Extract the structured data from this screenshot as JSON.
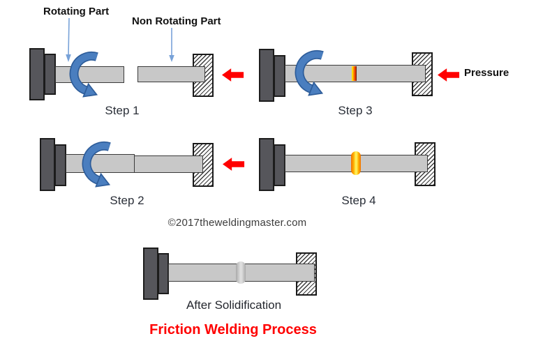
{
  "title": "Friction Welding Process",
  "copyright": "©2017theweldingmaster.com",
  "annotations": {
    "rotating_part": "Rotating Part",
    "non_rotating_part": "Non Rotating Part",
    "pressure": "Pressure"
  },
  "step_labels": {
    "step1": "Step 1",
    "step2": "Step 2",
    "step3": "Step 3",
    "step4": "Step 4"
  },
  "final_caption": "After Solidification",
  "colors": {
    "chuck_gray": "#56565b",
    "bar_gray": "#c8c8c8",
    "outline_dark": "#1c1c1c",
    "rotation_arrow_blue": "#4a7ebf",
    "rotation_arrow_border_blue": "#2d5c99",
    "pointer_arrow_light_blue": "#78a2d8",
    "pressure_arrow_red": "#ff0000",
    "heat_yellow": "#ffd900",
    "heat_orange": "#ff8a00",
    "heat_red": "#e03400",
    "flash_core_yellow": "#ffee58",
    "title_red": "#ff0000"
  },
  "icons": {
    "rotation_arrow": "curved rotation arrow",
    "pointer_arrow": "label pointer arrow",
    "pressure_arrow": "left block arrow"
  }
}
